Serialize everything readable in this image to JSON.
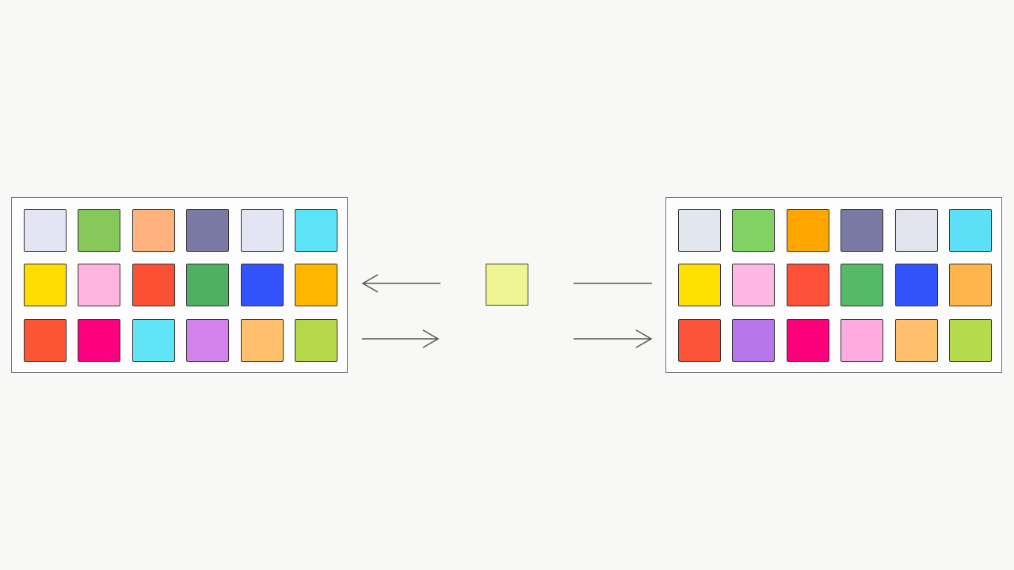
{
  "left_grid": {
    "rows": [
      [
        "#e3e6f2",
        "#88c85a",
        "#ffb27e",
        "#7b7aa5",
        "#e3e6f2",
        "#5ce3f7"
      ],
      [
        "#ffdd00",
        "#ffb3df",
        "#fc5034",
        "#4fb063",
        "#3553fb",
        "#ffb700"
      ],
      [
        "#fc5634",
        "#fa007e",
        "#60e4f8",
        "#d482ec",
        "#fec06c",
        "#b4d84a"
      ]
    ]
  },
  "right_grid": {
    "rows": [
      [
        "#e1e6ef",
        "#80d263",
        "#ffa500",
        "#7b7aa5",
        "#e1e4ec",
        "#5ce0f7"
      ],
      [
        "#ffdf00",
        "#ffb8e4",
        "#fc5138",
        "#56b966",
        "#3454fb",
        "#ffb44c"
      ],
      [
        "#fc5438",
        "#b776ec",
        "#fb007a",
        "#ffabdf",
        "#fec06c",
        "#b5da4c"
      ]
    ]
  },
  "center_square_color": "#eef592",
  "connectors": [
    {
      "name": "left-top-arrow",
      "direction": "left"
    },
    {
      "name": "left-bottom-arrow",
      "direction": "right"
    },
    {
      "name": "right-top-line",
      "direction": "none"
    },
    {
      "name": "right-bottom-arrow",
      "direction": "right"
    }
  ]
}
